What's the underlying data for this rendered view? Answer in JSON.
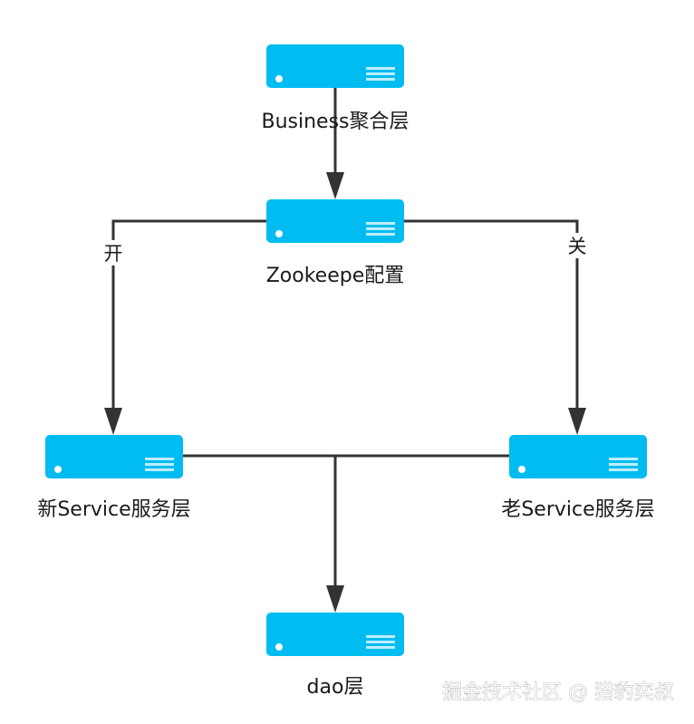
{
  "nodes": {
    "business": {
      "label": "Business聚合层",
      "icon": "server-icon"
    },
    "zookeeper": {
      "label": "Zookeepe配置",
      "icon": "server-icon"
    },
    "new_service": {
      "label": "新Service服务层",
      "icon": "server-icon"
    },
    "old_service": {
      "label": "老Service服务层",
      "icon": "server-icon"
    },
    "dao": {
      "label": "dao层",
      "icon": "server-icon"
    }
  },
  "edges": {
    "on_label": "开",
    "off_label": "关"
  },
  "watermark": "掘金技术社区 @ 猎豹奕叔",
  "colors": {
    "server_fill": "#00bcf0",
    "server_stripe": "#bdeeff",
    "edge_stroke": "#333333"
  }
}
